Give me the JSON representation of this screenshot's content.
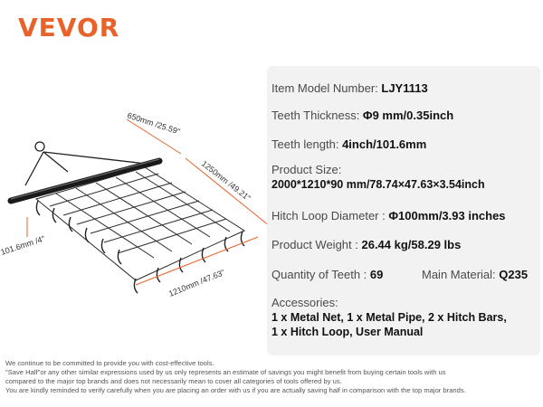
{
  "brand": {
    "logo_text": "VEVOR",
    "color": "#e8622a"
  },
  "figure": {
    "dimension_labels": [
      "650mm /25.59\"",
      "1250mm /49.21\"",
      "101.6mm /4\"",
      "1210mm /47.63\""
    ]
  },
  "specs": {
    "model": {
      "label": "Item Model Number: ",
      "value": "LJY1113"
    },
    "thickness": {
      "label": "Teeth Thickness: ",
      "value": "Φ9 mm/0.35inch"
    },
    "length": {
      "label": "Teeth length: ",
      "value": "4inch/101.6mm"
    },
    "size": {
      "label": "Product Size:",
      "value": "2000*1210*90 mm/78.74×47.63×3.54inch"
    },
    "hitch": {
      "label": "Hitch Loop Diameter : ",
      "value": "Φ100mm/3.93 inches"
    },
    "weight": {
      "label": "Product Weight : ",
      "value": "26.44 kg/58.29 lbs"
    },
    "teeth_qty": {
      "label": "Quantity of Teeth : ",
      "value": "69"
    },
    "material": {
      "label": "Main Material: ",
      "value": "Q235"
    },
    "accessories": {
      "label": "Accessories:",
      "line1": "1 x Metal Net, 1 x Metal Pipe, 2 x Hitch Bars,",
      "line2": "1 x Hitch Loop, User Manual"
    }
  },
  "disclaimer": [
    "We continue to be committed to provide you with cost-effective tools.",
    "\"Save Half\"or any other similar expressions used by us only represents an estimate of savings you might benefit from buying certain tools with us",
    "compared to the major top brands and does not necessarily mean to cover all categories of tools offered by us.",
    "You are kindly reminded to verify carefully when you are placing an order with us if you are actually saving half in comparison with the top major brands."
  ]
}
